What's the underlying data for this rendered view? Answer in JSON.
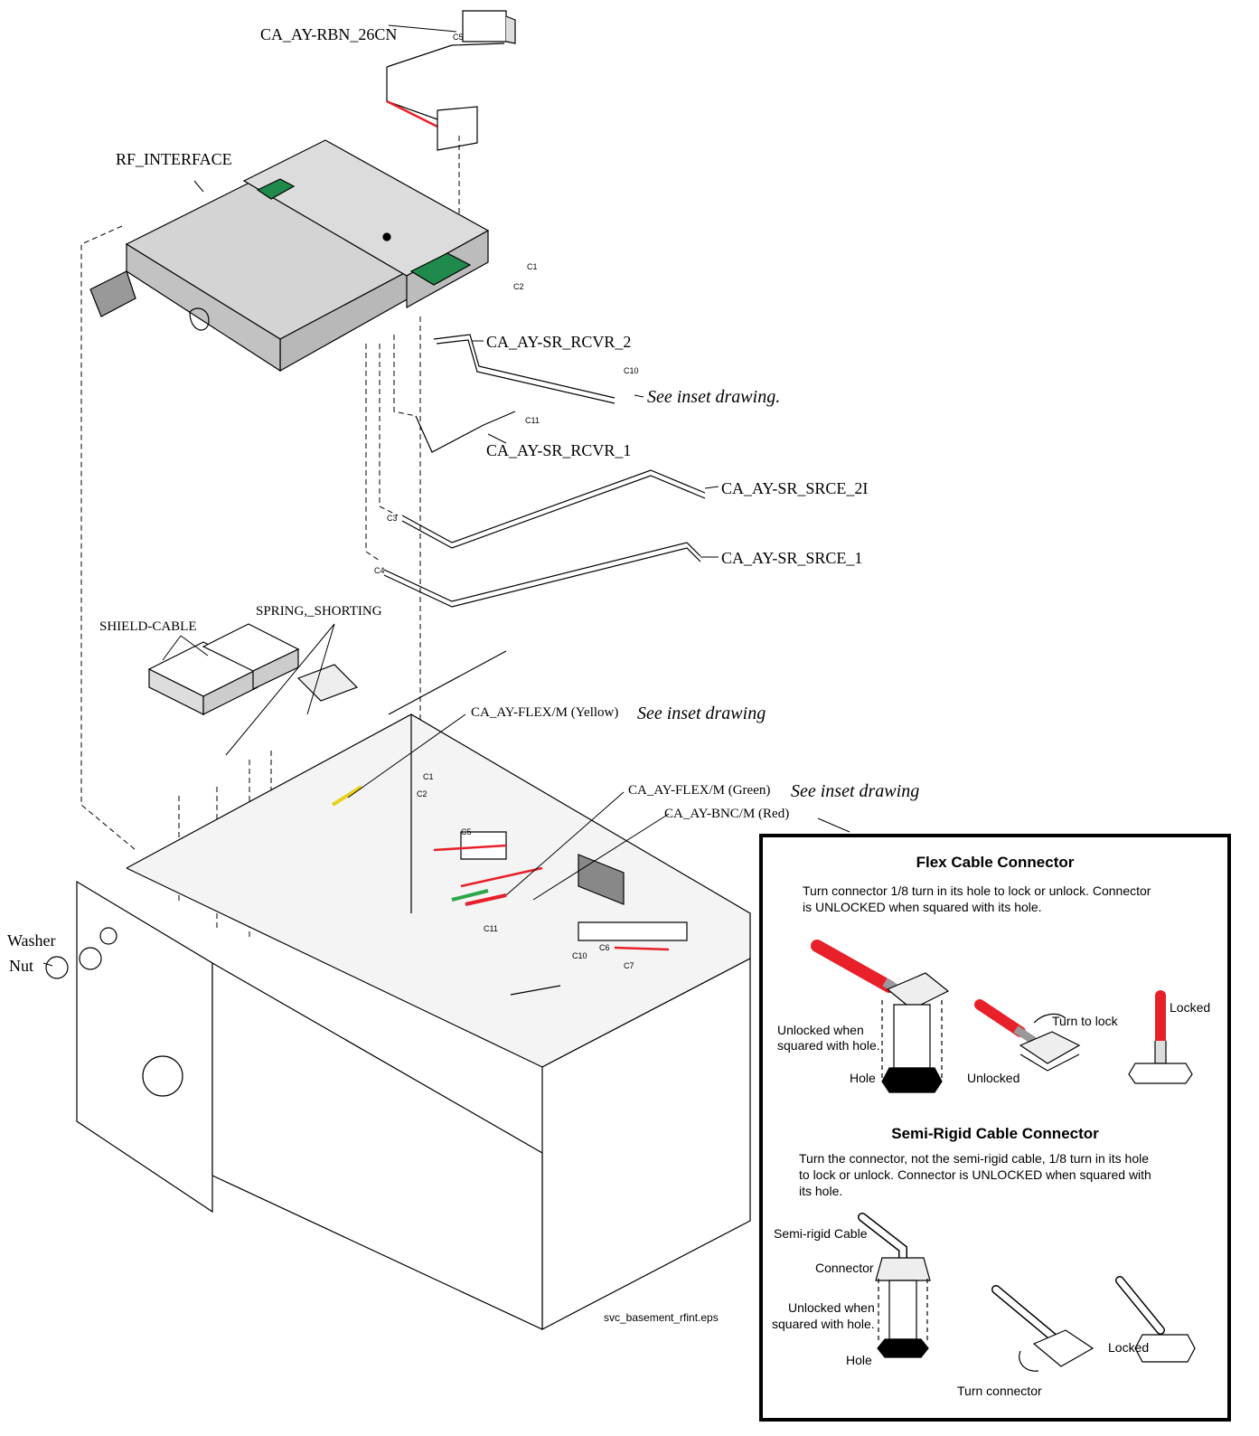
{
  "labels": {
    "rbn": "CA_AY-RBN_26CN",
    "rf_interface": "RF_INTERFACE",
    "sr_rcvr_2": "CA_AY-SR_RCVR_2",
    "see_inset_1": "See inset drawing.",
    "sr_rcvr_1": "CA_AY-SR_RCVR_1",
    "sr_srce_2i": "CA_AY-SR_SRCE_2I",
    "sr_srce_1": "CA_AY-SR_SRCE_1",
    "shield_cable": "SHIELD-CABLE",
    "spring_shorting": "SPRING,_SHORTING",
    "flex_yellow": "CA_AY-FLEX/M (Yellow)",
    "see_inset_2": "See inset drawing",
    "flex_green": "CA_AY-FLEX/M (Green)",
    "see_inset_3": "See inset drawing",
    "bnc_red": "CA_AY-BNC/M (Red)",
    "washer": "Washer",
    "nut": "Nut",
    "filename": "svc_basement_rfint.eps"
  },
  "refs": [
    "C5",
    "C1",
    "C2",
    "C10",
    "C11",
    "C3",
    "C4",
    "C1",
    "C2",
    "C5",
    "C11",
    "C10",
    "C6",
    "C7"
  ],
  "inset": {
    "flex_title": "Flex Cable Connector",
    "flex_desc_1": "Turn connector 1/8 turn in its hole to lock or unlock. Connector",
    "flex_desc_2": "is UNLOCKED when squared with its hole.",
    "flex_unlocked_when_1": "Unlocked when",
    "flex_unlocked_when_2": "squared with hole.",
    "flex_hole": "Hole",
    "flex_unlocked": "Unlocked",
    "flex_turn_to_lock": "Turn to lock",
    "flex_locked": "Locked",
    "semi_title": "Semi-Rigid Cable Connector",
    "semi_desc_1": "Turn the connector, not the semi-rigid cable, 1/8 turn in its hole",
    "semi_desc_2": "to lock or unlock. Connector is UNLOCKED when squared with",
    "semi_desc_3": "its hole.",
    "semi_cable": "Semi-rigid Cable",
    "semi_connector": "Connector",
    "semi_unlocked_when_1": "Unlocked when",
    "semi_unlocked_when_2": "squared with hole.",
    "semi_hole": "Hole",
    "semi_turn_connector": "Turn connector",
    "semi_locked": "Locked"
  },
  "colors": {
    "cable_red": "#e8202a",
    "flex_green": "#2aa84a",
    "flex_yellow": "#e8d020",
    "pcb_green": "#1f8a4c",
    "body_gray": "#c8c8c8"
  }
}
